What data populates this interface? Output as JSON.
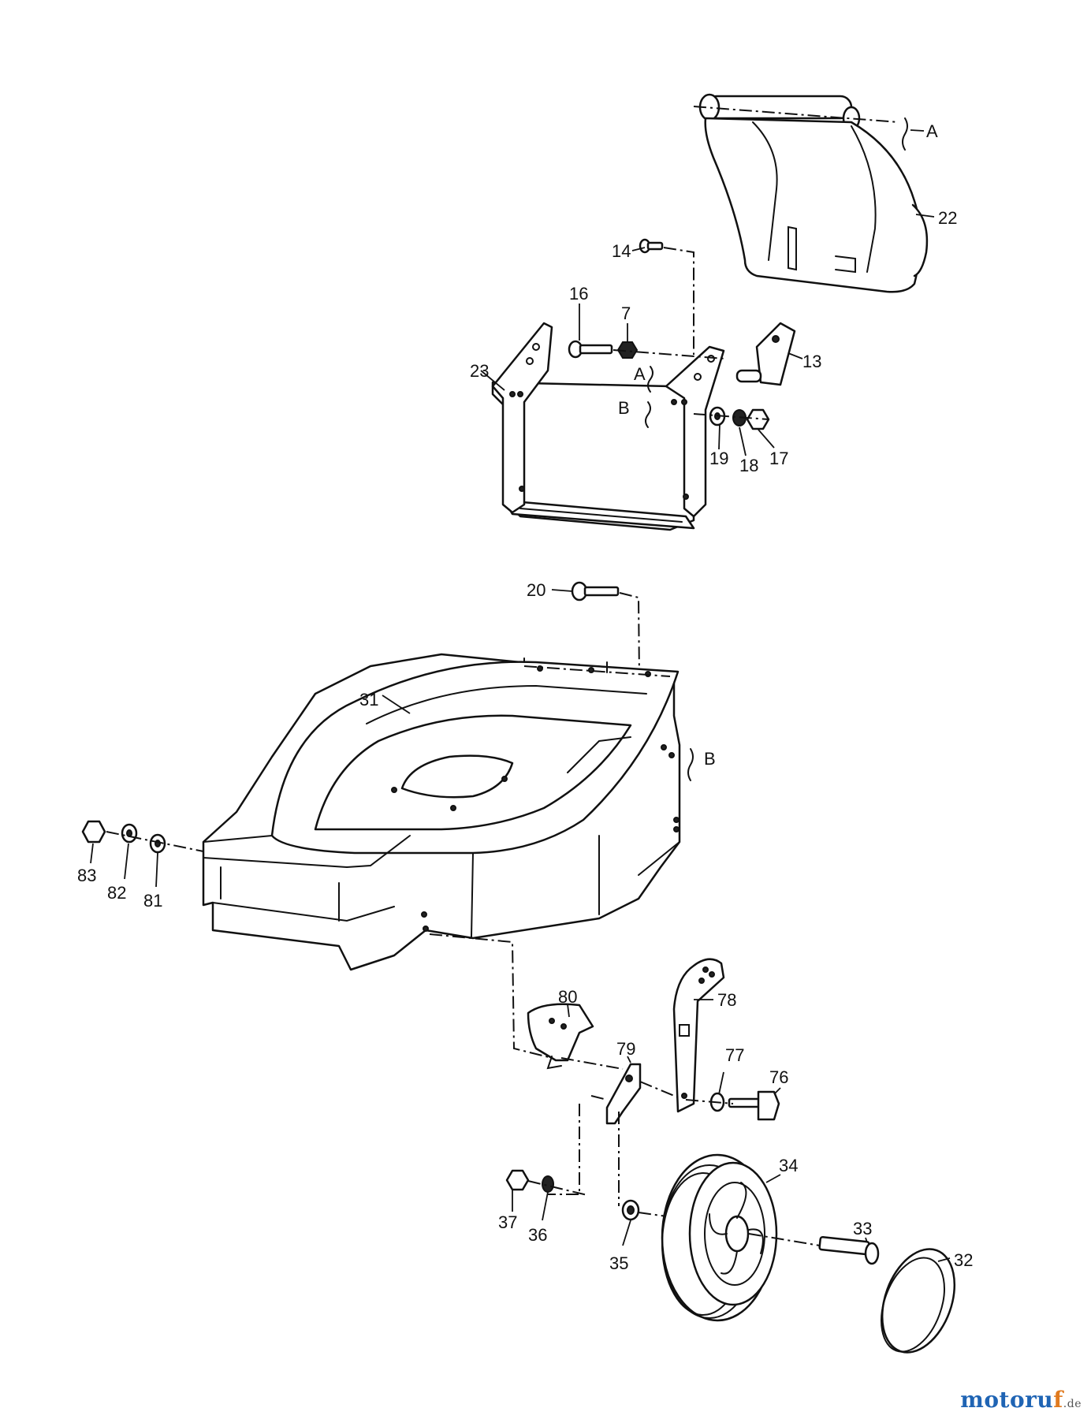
{
  "diagram": {
    "labels": {
      "p22": "22",
      "pA_top": "A",
      "p14": "14",
      "p16": "16",
      "p7": "7",
      "p13": "13",
      "p23": "23",
      "pA_mid": "A",
      "pB_mid": "B",
      "p19": "19",
      "p18": "18",
      "p17": "17",
      "p20": "20",
      "p31": "31",
      "pB_deck": "B",
      "p83": "83",
      "p82": "82",
      "p81": "81",
      "p80": "80",
      "p78": "78",
      "p79": "79",
      "p77": "77",
      "p76": "76",
      "p34": "34",
      "p37": "37",
      "p36": "36",
      "p35": "35",
      "p33": "33",
      "p32": "32"
    }
  },
  "watermark": {
    "main": "motoru",
    "accent": "f",
    "tld": ".de"
  },
  "colors": {
    "line": "#111111",
    "watermark_blue": "#1f64b4",
    "watermark_orange": "#e07a1f"
  }
}
